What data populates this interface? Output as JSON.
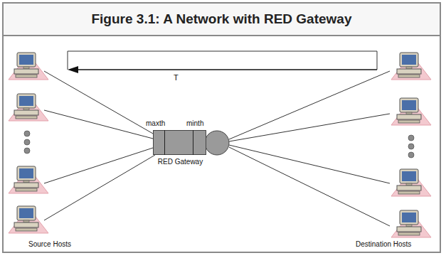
{
  "diagram": {
    "title": "Figure 3.1: A Network with RED Gateway",
    "nodes": [
      {
        "text": [
          "RED Gateway"
        ]
      }
    ],
    "edges": [],
    "labels": [
      "T",
      "maxth",
      "minth",
      "Source Hosts",
      "Destination Hosts"
    ]
  }
}
